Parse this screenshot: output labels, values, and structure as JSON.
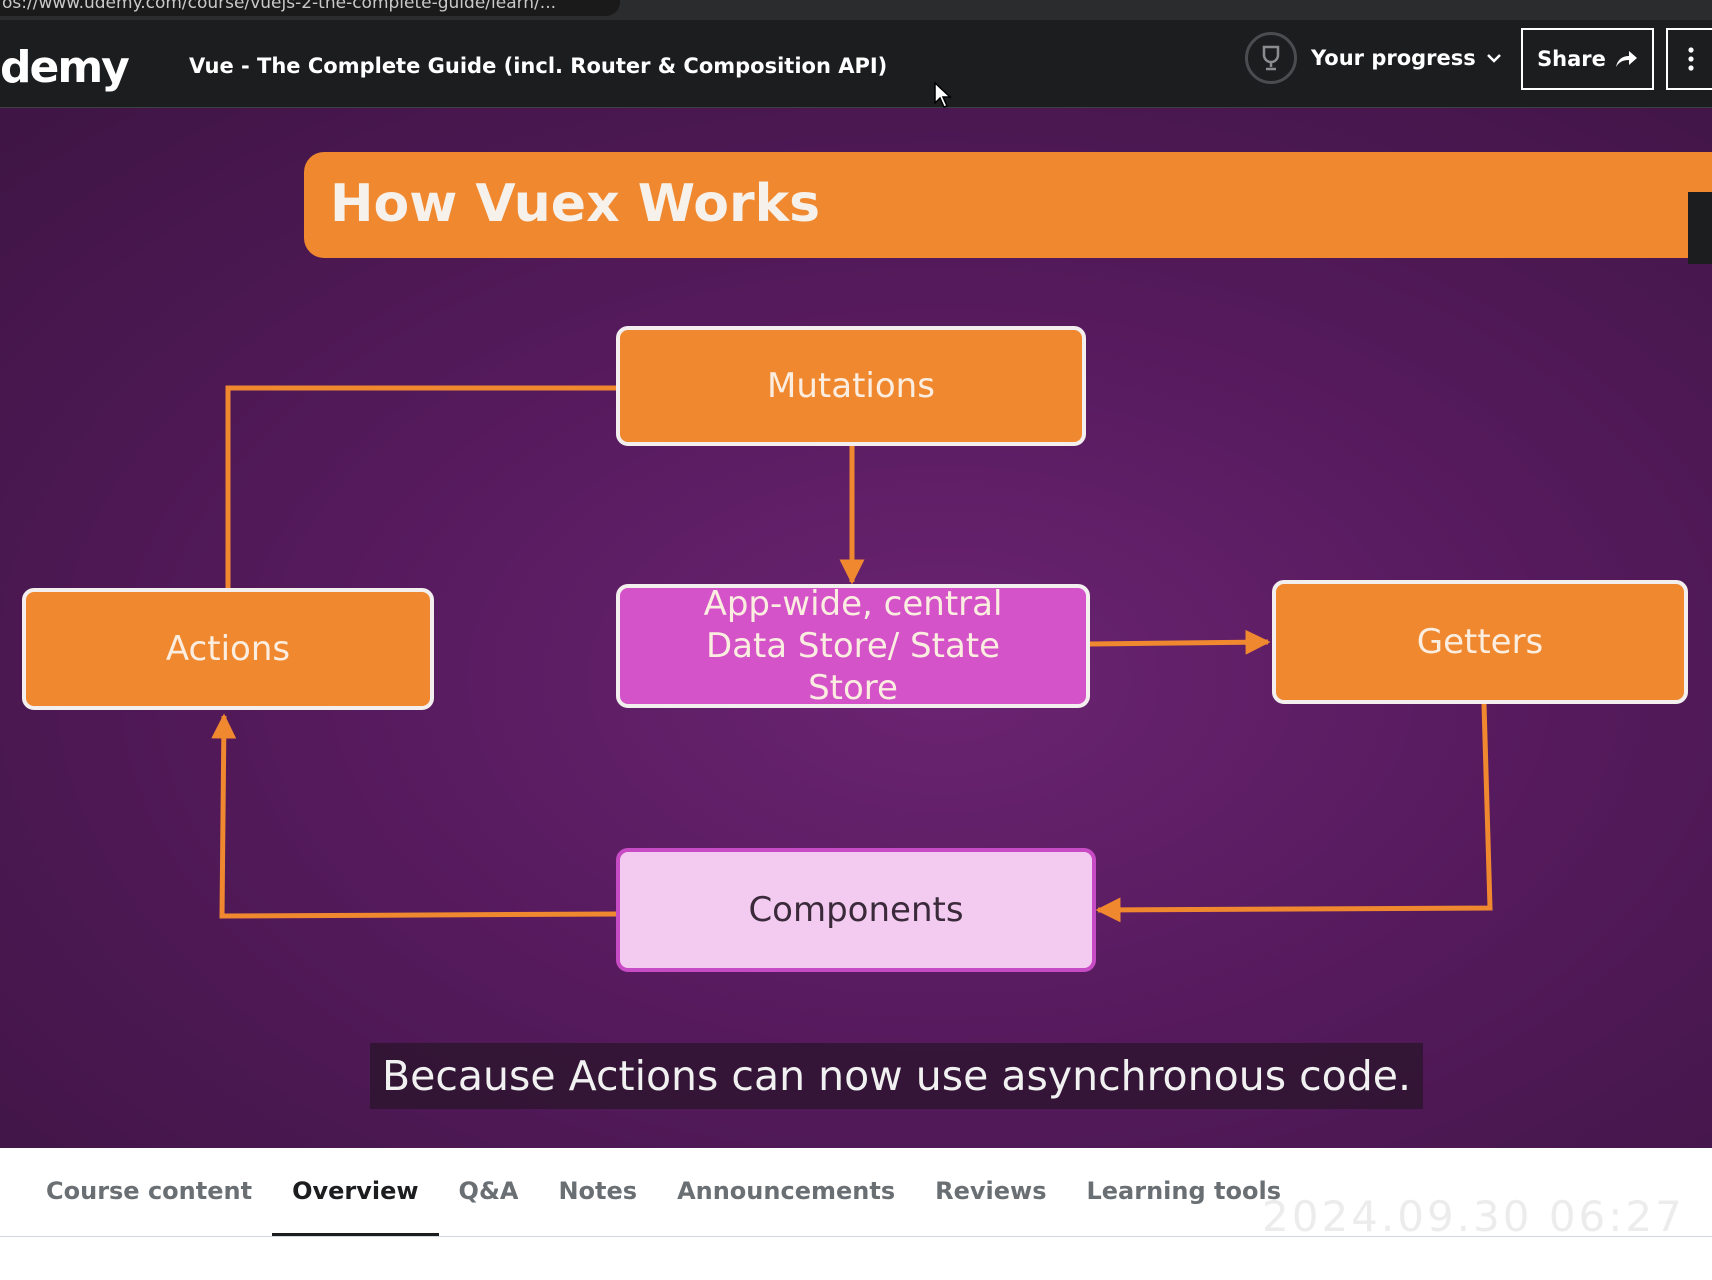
{
  "browser": {
    "url": "os://www.udemy.com/course/vuejs-2-the-complete-guide/learn/..."
  },
  "header": {
    "logo": "demy",
    "course_title": "Vue - The Complete Guide (incl. Router & Composition API)",
    "progress_label": "Your progress",
    "share_label": "Share"
  },
  "slide": {
    "title": "How Vuex Works",
    "nodes": {
      "mutations": "Mutations",
      "actions": "Actions",
      "store": "App-wide, central Data Store/ State Store",
      "getters": "Getters",
      "components": "Components"
    },
    "subtitle": "Because Actions can now use asynchronous code.",
    "colors": {
      "orange": "#f0882f",
      "magenta": "#d453c9",
      "pale": "#f3cbf1",
      "background": "#561a5d"
    }
  },
  "tabs": [
    {
      "label": "Course content",
      "active": false
    },
    {
      "label": "Overview",
      "active": true
    },
    {
      "label": "Q&A",
      "active": false
    },
    {
      "label": "Notes",
      "active": false
    },
    {
      "label": "Announcements",
      "active": false
    },
    {
      "label": "Reviews",
      "active": false
    },
    {
      "label": "Learning tools",
      "active": false
    }
  ],
  "photo_timestamp": "2024.09.30  06:27",
  "icons": [
    "trophy-icon",
    "chevron-down-icon",
    "share-arrow-icon",
    "more-vertical-icon",
    "cursor-icon"
  ]
}
